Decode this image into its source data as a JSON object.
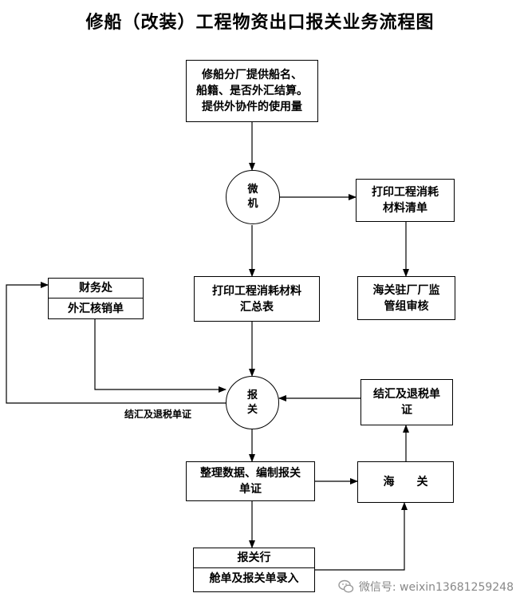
{
  "title": "修船（改装）工程物资出口报关业务流程图",
  "nodes": {
    "start": "修船分厂提供船名、\n船籍、是否外汇结算。\n提供外协件的使用量",
    "micro": "微\n机",
    "print_list": "打印工程消耗\n材料清单",
    "customs_audit": "海关驻厂厂监\n管组审核",
    "finance_top": "财务处",
    "finance_bottom": "外汇核销单",
    "print_summary": "打印工程消耗材料\n汇总表",
    "declare": "报\n关",
    "settle_docs": "结汇及退税单\n证",
    "prepare": "整理数据、编制报关\n单证",
    "customs": "海　　关",
    "broker_top": "报关行",
    "broker_bottom": "舱单及报关单录入"
  },
  "edge_labels": {
    "return_docs": "结汇及退税单证"
  },
  "watermark": {
    "text": "微信号: weixin13681259248",
    "logo_icon": "wechat-logo-icon"
  },
  "colors": {
    "stroke": "#000000",
    "watermark": "#888888"
  }
}
